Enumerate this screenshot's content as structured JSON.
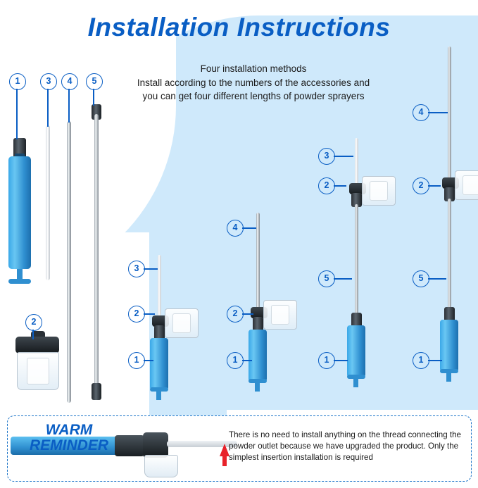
{
  "header": {
    "title": "Installation Instructions"
  },
  "subtitle": {
    "line1": "Four installation methods",
    "line2": "Install according to the numbers of the accessories and",
    "line3": "you can get four different lengths of powder sprayers"
  },
  "parts_legend": {
    "part1": "1",
    "part3": "3",
    "part4": "4",
    "part5": "5",
    "part2": "2"
  },
  "assemblies": [
    {
      "name": "assembly-a",
      "callouts": [
        "3",
        "2",
        "1"
      ]
    },
    {
      "name": "assembly-b",
      "callouts": [
        "4",
        "2",
        "1"
      ]
    },
    {
      "name": "assembly-c",
      "callouts": [
        "3",
        "2",
        "5",
        "1"
      ]
    },
    {
      "name": "assembly-d",
      "callouts": [
        "4",
        "2",
        "5",
        "1"
      ]
    }
  ],
  "warm_reminder": {
    "label_line1": "WARM",
    "label_line2": "REMINDER",
    "text": "There is no need to install anything on the thread connecting the powder outlet because we have upgraded the product. Only the simplest insertion installation is required"
  },
  "colors": {
    "accent_blue": "#0a5ec4",
    "background_blue": "#cfe9fb",
    "arrow_red": "#e8222a"
  }
}
